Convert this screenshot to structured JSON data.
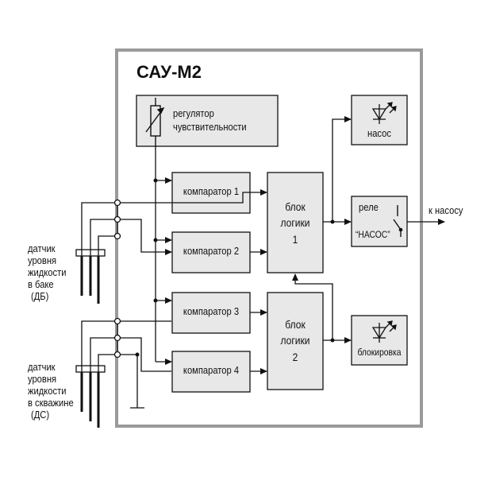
{
  "title": "САУ-М2",
  "regulator": {
    "line1": "регулятор",
    "line2": "чувствительности"
  },
  "comparators": [
    "компаратор 1",
    "компаратор 2",
    "компаратор 3",
    "компаратор 4"
  ],
  "logic1": {
    "line1": "блок",
    "line2": "логики",
    "line3": "1"
  },
  "logic2": {
    "line1": "блок",
    "line2": "логики",
    "line3": "2"
  },
  "pump_indicator": "насос",
  "relay": {
    "line1": "реле",
    "line2": "“НАСОС”"
  },
  "block_indicator": "блокировка",
  "output_label": "к насосу",
  "sensor_tank": [
    "датчик",
    "уровня",
    "жидкости",
    "в баке",
    "(ДБ)"
  ],
  "sensor_well": [
    "датчик",
    "уровня",
    "жидкости",
    "в скважине",
    "(ДС)"
  ],
  "colors": {
    "box_fill": "#e8e8e8",
    "outer_border": "#9a9a9a",
    "line": "#111111"
  }
}
